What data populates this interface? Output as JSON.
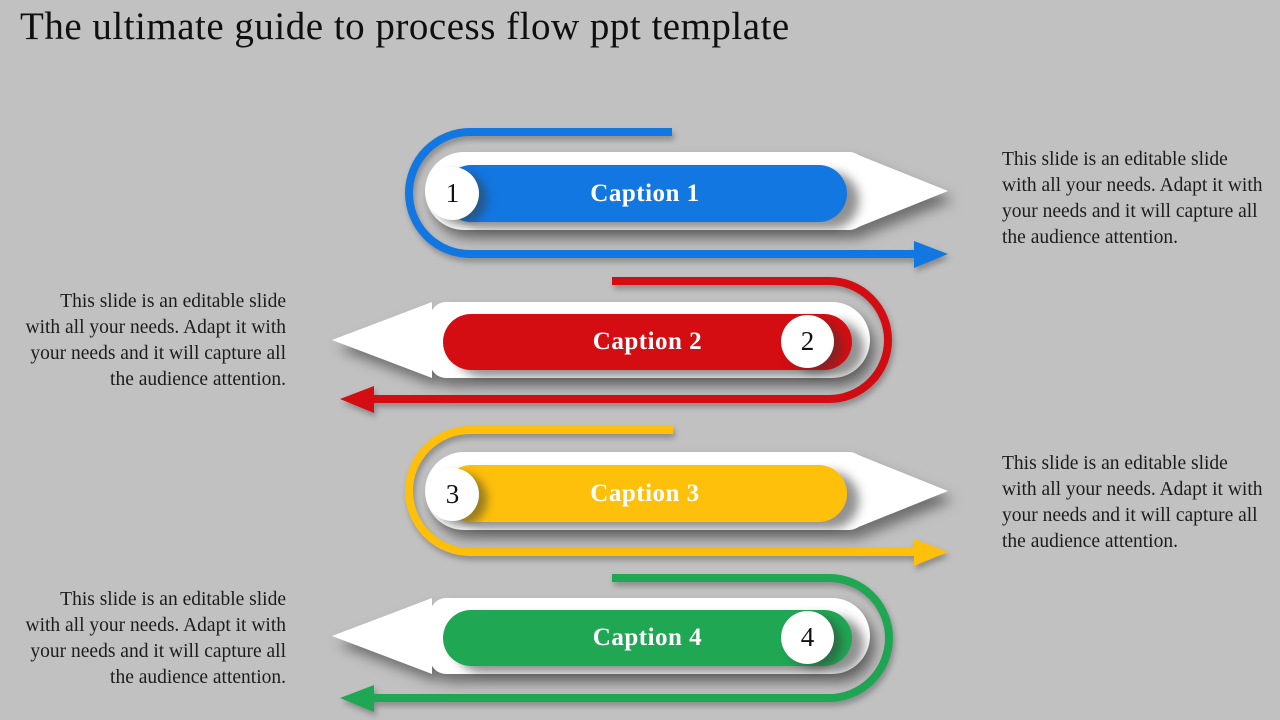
{
  "slide": {
    "title": "The ultimate guide to process flow ppt template",
    "background_color": "#c1c1c1"
  },
  "steps": [
    {
      "number": "1",
      "caption": "Caption 1",
      "color": "#1377e2",
      "direction": "right",
      "description": "This slide is an editable slide with all your needs. Adapt it with your needs and it will capture all the audience attention."
    },
    {
      "number": "2",
      "caption": "Caption 2",
      "color": "#d40d12",
      "direction": "left",
      "description": "This slide is an editable slide with all your needs. Adapt it with your needs and it will capture all the audience attention."
    },
    {
      "number": "3",
      "caption": "Caption 3",
      "color": "#fec00a",
      "direction": "right",
      "description": "This slide is an editable slide with all your needs. Adapt it with your needs and it will capture all the audience attention."
    },
    {
      "number": "4",
      "caption": "Caption 4",
      "color": "#1fa754",
      "direction": "left",
      "description": "This slide is an editable slide with all your needs. Adapt it with your needs and it will capture all the audience attention."
    }
  ]
}
